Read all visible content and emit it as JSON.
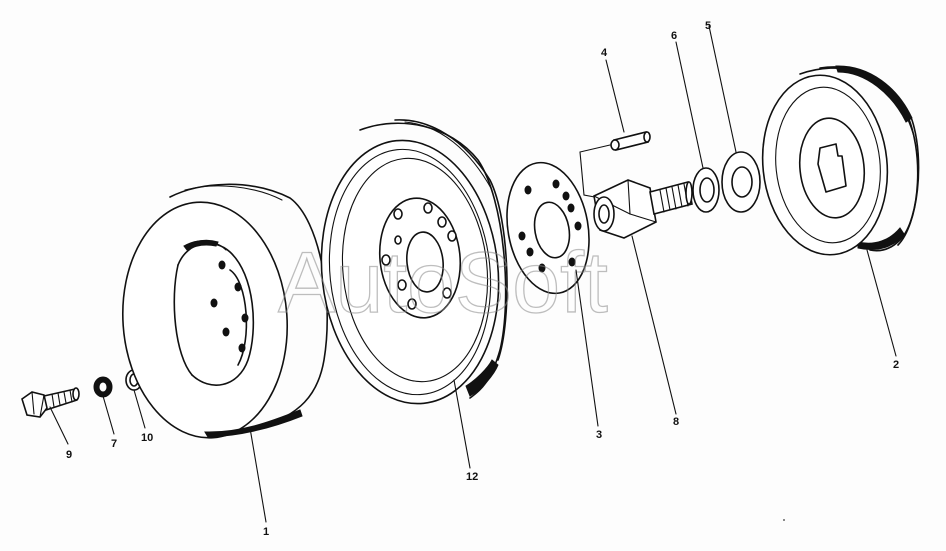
{
  "watermark": "AutoSoft",
  "callouts": {
    "c1": "1",
    "c2": "2",
    "c3": "3",
    "c4": "4",
    "c5": "5",
    "c6": "6",
    "c7": "7",
    "c8": "8",
    "c9": "9",
    "c10": "10",
    "c12": "12"
  },
  "colors": {
    "ink": "#111111",
    "paper": "#fdfdfd",
    "watermark": "#8a8a8a"
  }
}
